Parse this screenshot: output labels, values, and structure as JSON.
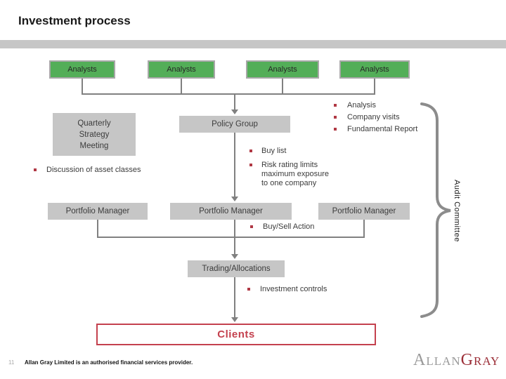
{
  "slide": {
    "title": "Investment process",
    "page_number": "11",
    "footer_disclaimer": "Allan Gray Limited is an authorised financial services provider.",
    "logo": {
      "part1": "Allan",
      "part2": "Gray"
    }
  },
  "diagram": {
    "analysts": [
      "Analysts",
      "Analysts",
      "Analysts",
      "Analysts"
    ],
    "quarterly_lines": [
      "Quarterly",
      "Strategy",
      "Meeting"
    ],
    "policy_group_label": "Policy Group",
    "analysis_bullets": [
      "Analysis",
      "Company visits",
      "Fundamental Report"
    ],
    "buy_list_bullet": "Buy list",
    "risk_bullet": "Risk rating limits maximum exposure to one company",
    "discussion_bullet": "Discussion of asset classes",
    "portfolio_managers": [
      "Portfolio Manager",
      "Portfolio Manager",
      "Portfolio Manager"
    ],
    "buy_sell_bullet": "Buy/Sell Action",
    "trading_label": "Trading/Allocations",
    "investment_controls_bullet": "Investment controls",
    "clients_label": "Clients",
    "audit_committee_label": "Audit Committee"
  },
  "colors": {
    "green": "#53ae58",
    "box_gray": "#c6c6c6",
    "line_gray": "#808080",
    "bullet_red": "#b03844",
    "clients_red": "#c4414e",
    "logo_red": "#9c2f38",
    "logo_gray": "#9a9a9a"
  }
}
